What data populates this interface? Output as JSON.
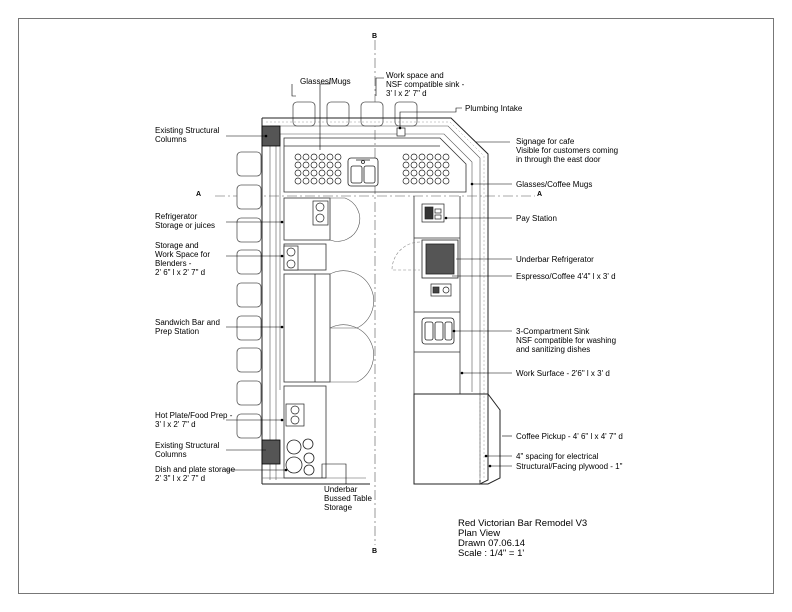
{
  "sections": {
    "top": "B",
    "bottom": "B",
    "left": "A",
    "right": "A"
  },
  "labels": {
    "glasses_mugs": "Glasses/Mugs",
    "work_space_sink": "Work space and\nNSF compatible sink -\n3' l x 2' 7\" d",
    "plumbing_intake": "Plumbing Intake",
    "existing_columns_top": "Existing Structural\nColumns",
    "signage": "Signage for cafe\nVisible for customers coming\nin through the east door",
    "glasses_coffee_mugs": "Glasses/Coffee Mugs",
    "refrigerator_storage": "Refrigerator\nStorage or juices",
    "pay_station": "Pay Station",
    "storage_blenders": "Storage and\nWork Space for\nBlenders -\n2' 6\" l x 2' 7\" d",
    "underbar_refrigerator": "Underbar Refrigerator",
    "espresso_coffee": "Espresso/Coffee 4'4\" l x 3' d",
    "sandwich_bar": "Sandwich Bar and\nPrep Station",
    "three_comp_sink": "3-Compartment Sink\nNSF compatible for washing\nand sanitizing dishes",
    "work_surface": "Work Surface - 2'6\" l x 3' d",
    "hot_plate": "Hot Plate/Food Prep -\n3' l x 2' 7\" d",
    "existing_columns_bottom": "Existing Structural\nColumns",
    "coffee_pickup": "Coffee Pickup - 4' 6\" l x 4' 7\" d",
    "dish_plate_storage": "Dish and plate storage\n2' 3\" l x 2' 7\" d",
    "spacing_electrical": "4\" spacing for electrical",
    "structural_facing": "Structural/Facing plywood - 1\"",
    "underbar_bussed": "Underbar\nBussed Table\nStorage"
  },
  "title_block": {
    "line1": "Red Victorian Bar Remodel V3",
    "line2": "Plan View",
    "line3": "Drawn 07.06.14",
    "line4": "Scale : 1/4\" = 1'"
  }
}
